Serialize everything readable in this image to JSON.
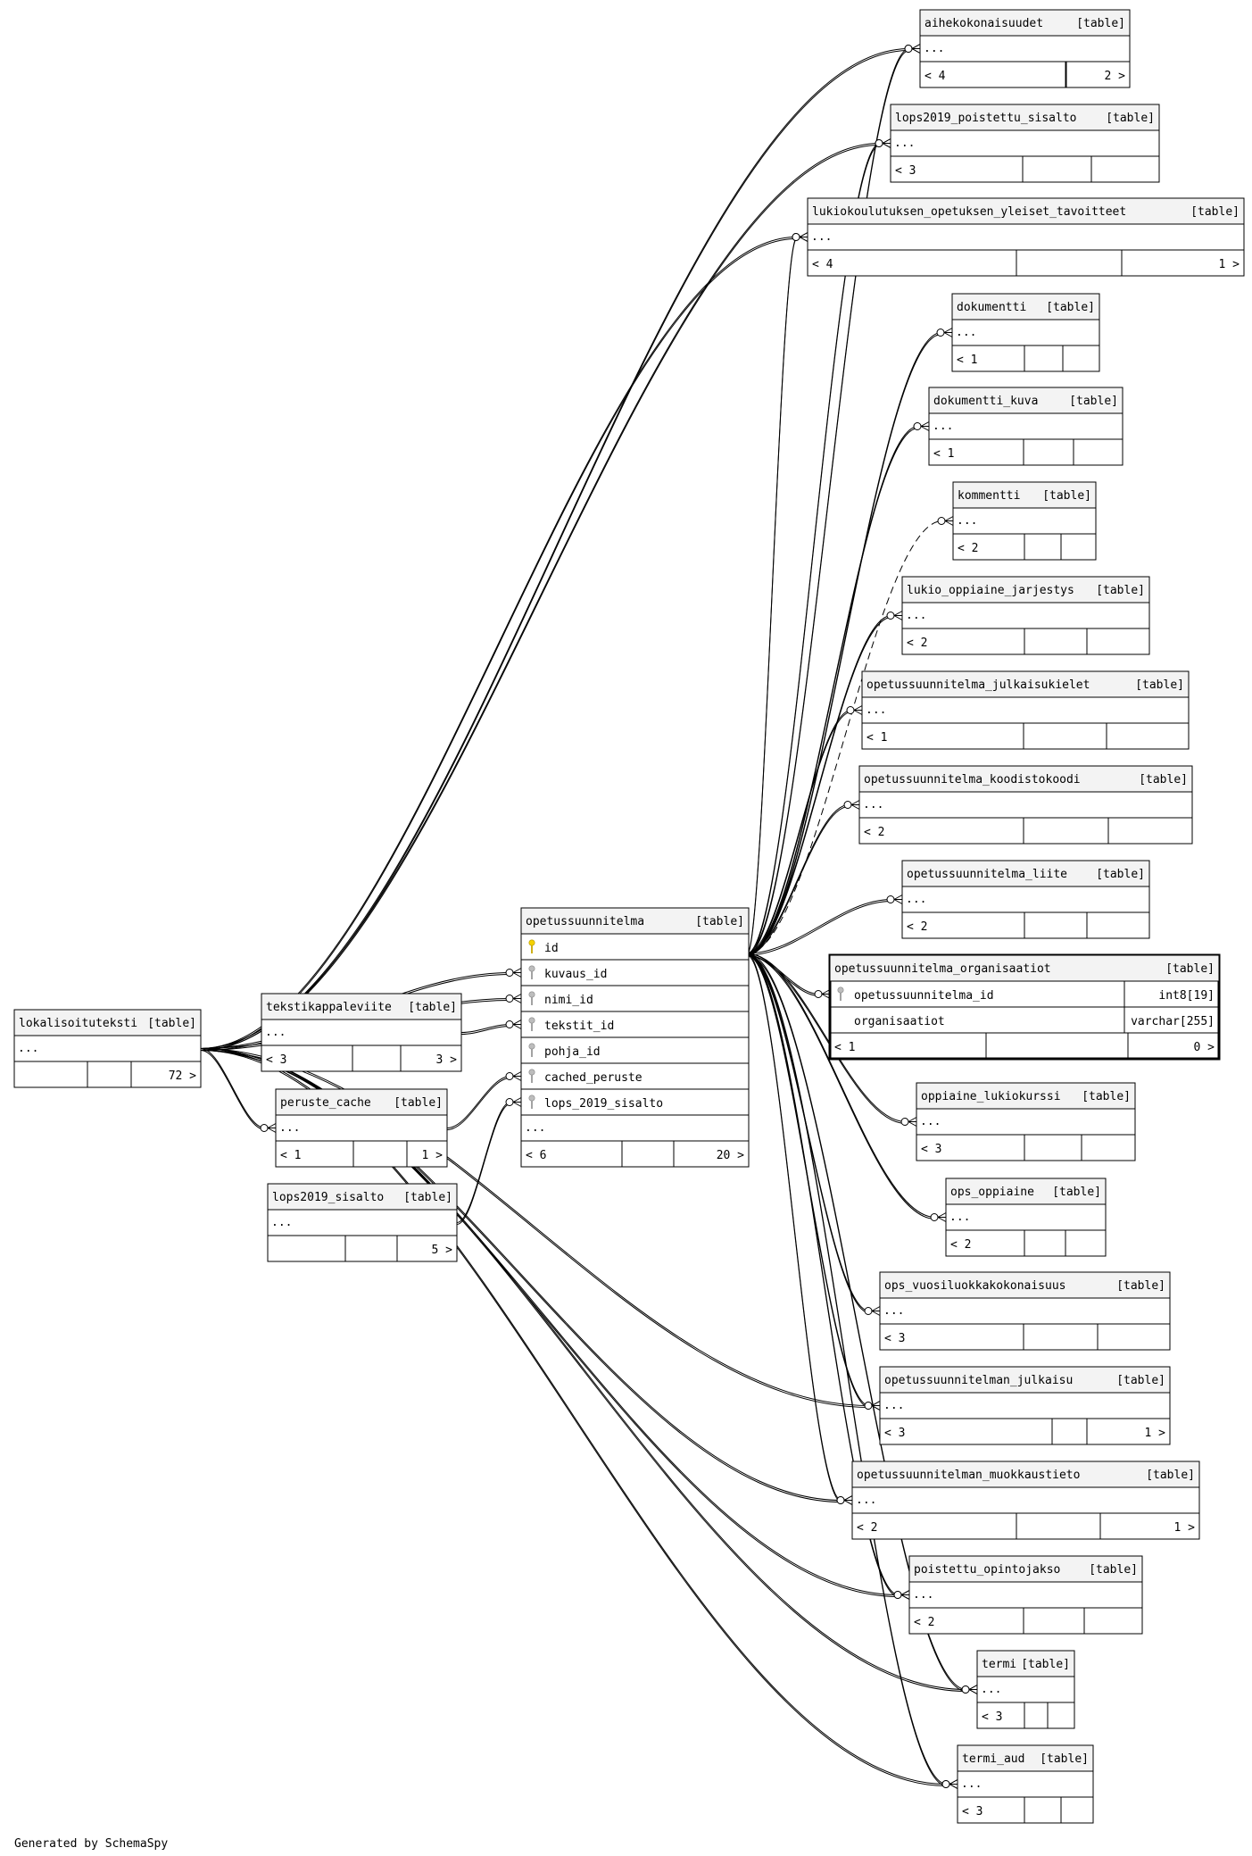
{
  "tables": [
    {
      "id": "aihekokonaisuudet",
      "name": "aihekokonaisuudet",
      "tag": "[table]",
      "columns": [],
      "ellipsis": "...",
      "footer": [
        "< 4",
        "",
        "2 >"
      ]
    },
    {
      "id": "lops2019_poistettu_sisalto",
      "name": "lops2019_poistettu_sisalto",
      "tag": "[table]",
      "columns": [],
      "ellipsis": "...",
      "footer": [
        "< 3",
        "",
        ""
      ]
    },
    {
      "id": "lukiokoulutuksen_opetuksen_yleiset_tavoitteet",
      "name": "lukiokoulutuksen_opetuksen_yleiset_tavoitteet",
      "tag": "[table]",
      "columns": [],
      "ellipsis": "...",
      "footer": [
        "< 4",
        "",
        "1 >"
      ]
    },
    {
      "id": "dokumentti",
      "name": "dokumentti",
      "tag": "[table]",
      "columns": [],
      "ellipsis": "...",
      "footer": [
        "< 1",
        "",
        ""
      ]
    },
    {
      "id": "dokumentti_kuva",
      "name": "dokumentti_kuva",
      "tag": "[table]",
      "columns": [],
      "ellipsis": "...",
      "footer": [
        "< 1",
        "",
        ""
      ]
    },
    {
      "id": "kommentti",
      "name": "kommentti",
      "tag": "[table]",
      "columns": [],
      "ellipsis": "...",
      "footer": [
        "< 2",
        "",
        ""
      ]
    },
    {
      "id": "lukio_oppiaine_jarjestys",
      "name": "lukio_oppiaine_jarjestys",
      "tag": "[table]",
      "columns": [],
      "ellipsis": "...",
      "footer": [
        "< 2",
        "",
        ""
      ]
    },
    {
      "id": "opetussuunnitelma_julkaisukielet",
      "name": "opetussuunnitelma_julkaisukielet",
      "tag": "[table]",
      "columns": [],
      "ellipsis": "...",
      "footer": [
        "< 1",
        "",
        ""
      ]
    },
    {
      "id": "opetussuunnitelma_koodistokoodi",
      "name": "opetussuunnitelma_koodistokoodi",
      "tag": "[table]",
      "columns": [],
      "ellipsis": "...",
      "footer": [
        "< 2",
        "",
        ""
      ]
    },
    {
      "id": "opetussuunnitelma_liite",
      "name": "opetussuunnitelma_liite",
      "tag": "[table]",
      "columns": [],
      "ellipsis": "...",
      "footer": [
        "< 2",
        "",
        ""
      ]
    },
    {
      "id": "opetussuunnitelma_organisaatiot",
      "name": "opetussuunnitelma_organisaatiot",
      "tag": "[table]",
      "focus": true,
      "columns": [
        {
          "name": "opetussuunnitelma_id",
          "type": "int8[19]",
          "key": "fk"
        },
        {
          "name": "organisaatiot",
          "type": "varchar[255]",
          "key": "none"
        }
      ],
      "ellipsis": "",
      "footer": [
        "< 1",
        "",
        "0 >"
      ]
    },
    {
      "id": "oppiaine_lukiokurssi",
      "name": "oppiaine_lukiokurssi",
      "tag": "[table]",
      "columns": [],
      "ellipsis": "...",
      "footer": [
        "< 3",
        "",
        ""
      ]
    },
    {
      "id": "ops_oppiaine",
      "name": "ops_oppiaine",
      "tag": "[table]",
      "columns": [],
      "ellipsis": "...",
      "footer": [
        "< 2",
        "",
        ""
      ]
    },
    {
      "id": "ops_vuosiluokkakokonaisuus",
      "name": "ops_vuosiluokkakokonaisuus",
      "tag": "[table]",
      "columns": [],
      "ellipsis": "...",
      "footer": [
        "< 3",
        "",
        ""
      ]
    },
    {
      "id": "opetussuunnitelman_julkaisu",
      "name": "opetussuunnitelman_julkaisu",
      "tag": "[table]",
      "columns": [],
      "ellipsis": "...",
      "footer": [
        "< 3",
        "",
        "1 >"
      ]
    },
    {
      "id": "opetussuunnitelman_muokkaustieto",
      "name": "opetussuunnitelman_muokkaustieto",
      "tag": "[table]",
      "columns": [],
      "ellipsis": "...",
      "footer": [
        "< 2",
        "",
        "1 >"
      ]
    },
    {
      "id": "poistettu_opintojakso",
      "name": "poistettu_opintojakso",
      "tag": "[table]",
      "columns": [],
      "ellipsis": "...",
      "footer": [
        "< 2",
        "",
        ""
      ]
    },
    {
      "id": "termi",
      "name": "termi",
      "tag": "[table]",
      "columns": [],
      "ellipsis": "...",
      "footer": [
        "< 3",
        "",
        ""
      ]
    },
    {
      "id": "termi_aud",
      "name": "termi_aud",
      "tag": "[table]",
      "columns": [],
      "ellipsis": "...",
      "footer": [
        "< 3",
        "",
        ""
      ]
    },
    {
      "id": "opetussuunnitelma",
      "name": "opetussuunnitelma",
      "tag": "[table]",
      "columns": [
        {
          "name": "id",
          "key": "pk"
        },
        {
          "name": "kuvaus_id",
          "key": "fk"
        },
        {
          "name": "nimi_id",
          "key": "fk"
        },
        {
          "name": "tekstit_id",
          "key": "fk"
        },
        {
          "name": "pohja_id",
          "key": "fk"
        },
        {
          "name": "cached_peruste",
          "key": "fk"
        },
        {
          "name": "lops_2019_sisalto",
          "key": "fk"
        }
      ],
      "ellipsis": "...",
      "footer": [
        "< 6",
        "",
        "20 >"
      ]
    },
    {
      "id": "lokalisoituteksti",
      "name": "lokalisoituteksti",
      "tag": "[table]",
      "columns": [],
      "ellipsis": "...",
      "footer": [
        "",
        "",
        "72 >"
      ]
    },
    {
      "id": "tekstikappaleviite",
      "name": "tekstikappaleviite",
      "tag": "[table]",
      "columns": [],
      "ellipsis": "...",
      "footer": [
        "< 3",
        "",
        "3 >"
      ]
    },
    {
      "id": "peruste_cache",
      "name": "peruste_cache",
      "tag": "[table]",
      "columns": [],
      "ellipsis": "...",
      "footer": [
        "< 1",
        "",
        "1 >"
      ]
    },
    {
      "id": "lops2019_sisalto",
      "name": "lops2019_sisalto",
      "tag": "[table]",
      "columns": [],
      "ellipsis": "...",
      "footer": [
        "",
        "",
        "5 >"
      ]
    }
  ],
  "relations": [
    {
      "from": "opetussuunnitelma",
      "to": "aihekokonaisuudet",
      "style": "solid"
    },
    {
      "from": "opetussuunnitelma",
      "to": "lops2019_poistettu_sisalto",
      "style": "solid"
    },
    {
      "from": "opetussuunnitelma",
      "to": "lukiokoulutuksen_opetuksen_yleiset_tavoitteet",
      "style": "solid"
    },
    {
      "from": "opetussuunnitelma",
      "to": "dokumentti",
      "style": "solid"
    },
    {
      "from": "opetussuunnitelma",
      "to": "dokumentti_kuva",
      "style": "solid"
    },
    {
      "from": "opetussuunnitelma",
      "to": "kommentti",
      "style": "dashed"
    },
    {
      "from": "opetussuunnitelma",
      "to": "lukio_oppiaine_jarjestys",
      "style": "solid"
    },
    {
      "from": "opetussuunnitelma",
      "to": "opetussuunnitelma_julkaisukielet",
      "style": "solid"
    },
    {
      "from": "opetussuunnitelma",
      "to": "opetussuunnitelma_koodistokoodi",
      "style": "solid"
    },
    {
      "from": "opetussuunnitelma",
      "to": "opetussuunnitelma_liite",
      "style": "solid"
    },
    {
      "from": "opetussuunnitelma",
      "to": "opetussuunnitelma_organisaatiot",
      "style": "solid"
    },
    {
      "from": "opetussuunnitelma",
      "to": "oppiaine_lukiokurssi",
      "style": "solid"
    },
    {
      "from": "opetussuunnitelma",
      "to": "ops_oppiaine",
      "style": "solid"
    },
    {
      "from": "opetussuunnitelma",
      "to": "ops_vuosiluokkakokonaisuus",
      "style": "solid"
    },
    {
      "from": "opetussuunnitelma",
      "to": "opetussuunnitelman_julkaisu",
      "style": "solid"
    },
    {
      "from": "opetussuunnitelma",
      "to": "opetussuunnitelman_muokkaustieto",
      "style": "solid"
    },
    {
      "from": "opetussuunnitelma",
      "to": "poistettu_opintojakso",
      "style": "solid"
    },
    {
      "from": "opetussuunnitelma",
      "to": "termi",
      "style": "solid"
    },
    {
      "from": "opetussuunnitelma",
      "to": "termi_aud",
      "style": "solid"
    },
    {
      "from": "lokalisoituteksti",
      "to": "aihekokonaisuudet",
      "style": "solid"
    },
    {
      "from": "lokalisoituteksti",
      "to": "lops2019_poistettu_sisalto",
      "style": "solid"
    },
    {
      "from": "lokalisoituteksti",
      "to": "lukiokoulutuksen_opetuksen_yleiset_tavoitteet",
      "style": "solid"
    },
    {
      "from": "lokalisoituteksti",
      "to": "opetussuunnitelma",
      "toColumn": "kuvaus_id",
      "style": "solid"
    },
    {
      "from": "lokalisoituteksti",
      "to": "opetussuunnitelma",
      "toColumn": "nimi_id",
      "style": "solid"
    },
    {
      "from": "tekstikappaleviite",
      "to": "opetussuunnitelma",
      "toColumn": "tekstit_id",
      "style": "solid"
    },
    {
      "from": "peruste_cache",
      "to": "opetussuunnitelma",
      "toColumn": "cached_peruste",
      "style": "solid"
    },
    {
      "from": "lops2019_sisalto",
      "to": "opetussuunnitelma",
      "toColumn": "lops_2019_sisalto",
      "style": "solid"
    },
    {
      "from": "lokalisoituteksti",
      "to": "peruste_cache",
      "style": "solid"
    },
    {
      "from": "lokalisoituteksti",
      "to": "opetussuunnitelman_julkaisu",
      "style": "solid"
    },
    {
      "from": "lokalisoituteksti",
      "to": "opetussuunnitelman_muokkaustieto",
      "style": "solid"
    },
    {
      "from": "lokalisoituteksti",
      "to": "poistettu_opintojakso",
      "style": "solid"
    },
    {
      "from": "lokalisoituteksti",
      "to": "termi",
      "style": "solid"
    },
    {
      "from": "lokalisoituteksti",
      "to": "termi_aud",
      "style": "solid"
    }
  ],
  "footer_text": "Generated by SchemaSpy"
}
